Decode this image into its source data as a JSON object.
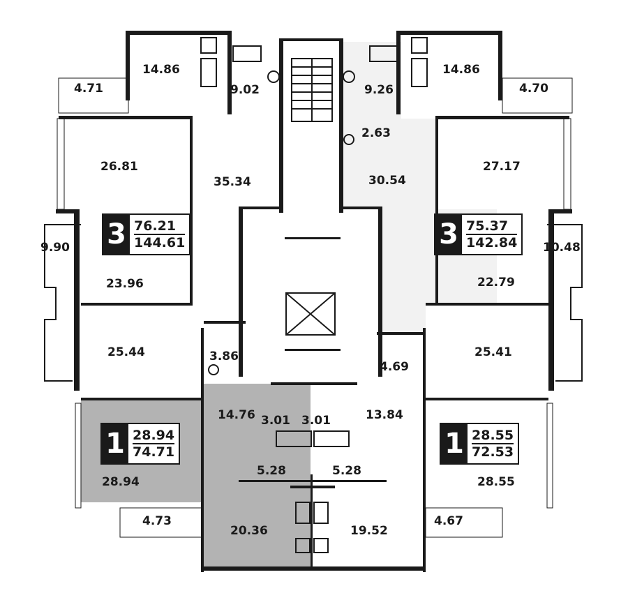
{
  "rooms": [
    {
      "label": "14.86"
    },
    {
      "label": "9.02"
    },
    {
      "label": "9.26"
    },
    {
      "label": "14.86"
    },
    {
      "label": "4.71"
    },
    {
      "label": "4.70"
    },
    {
      "label": "2.63"
    },
    {
      "label": "26.81"
    },
    {
      "label": "35.34"
    },
    {
      "label": "30.54"
    },
    {
      "label": "27.17"
    },
    {
      "label": "9.90"
    },
    {
      "label": "10.48"
    },
    {
      "label": "23.96"
    },
    {
      "label": "22.79"
    },
    {
      "label": "25.44"
    },
    {
      "label": "25.41"
    },
    {
      "label": "3.86"
    },
    {
      "label": "4.69"
    },
    {
      "label": "14.76"
    },
    {
      "label": "3.01"
    },
    {
      "label": "3.01"
    },
    {
      "label": "13.84"
    },
    {
      "label": "5.28"
    },
    {
      "label": "5.28"
    },
    {
      "label": "28.94"
    },
    {
      "label": "28.55"
    },
    {
      "label": "4.73"
    },
    {
      "label": "20.36"
    },
    {
      "label": "19.52"
    },
    {
      "label": "4.67"
    }
  ],
  "apartments": [
    {
      "rooms": "3",
      "living": "76.21",
      "total": "144.61"
    },
    {
      "rooms": "3",
      "living": "75.37",
      "total": "142.84"
    },
    {
      "rooms": "1",
      "living": "28.94",
      "total": "74.71"
    },
    {
      "rooms": "1",
      "living": "28.55",
      "total": "72.53"
    }
  ],
  "colors": {
    "wall": "#1a1a1a",
    "highlight": "#b3b3b3",
    "shade": "#f2f2f2",
    "background": "#ffffff"
  }
}
